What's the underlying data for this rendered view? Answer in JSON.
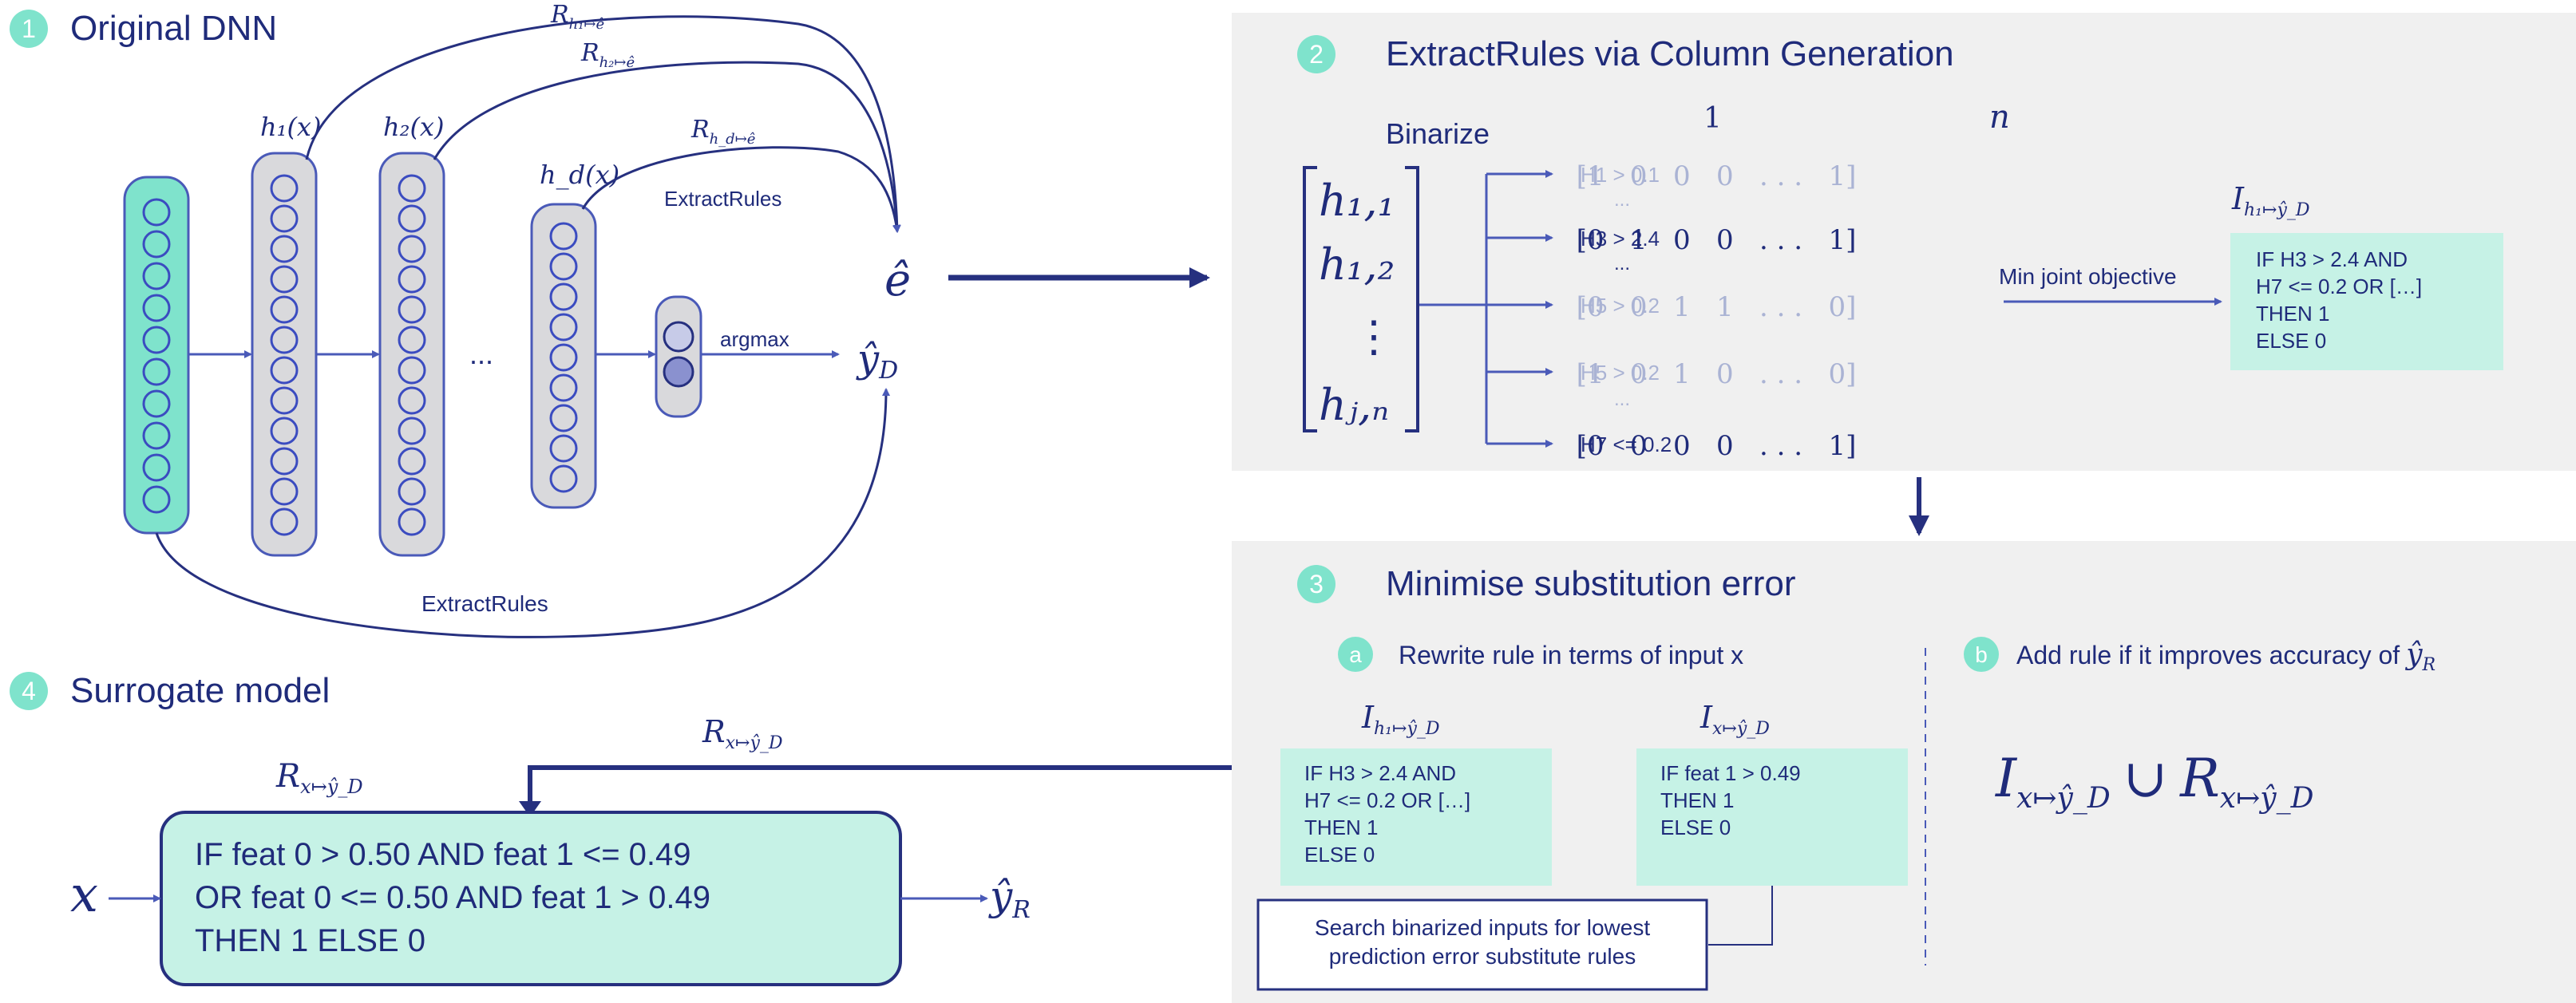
{
  "colors": {
    "navy": "#26307f",
    "teal": "#7fe3cc",
    "teal_light": "#c6f2e6",
    "panel": "#f0f0f0",
    "layer_gray": "#d9d9dc",
    "faded": "#aab3d4"
  },
  "section1": {
    "number": "1",
    "title": "Original DNN",
    "h1": "h₁(x)",
    "h2": "h₂(x)",
    "hd": "h_d(x)",
    "dots": "...",
    "argmax": "argmax",
    "extract_inner": "ExtractRules",
    "extract_bottom": "ExtractRules",
    "r1": "R",
    "r1_sub": "h₁↦ê",
    "r2": "R",
    "r2_sub": "h₂↦ê",
    "rd": "R",
    "rd_sub": "h_d↦ê",
    "e_hat": "ê",
    "y_hat": "ŷ",
    "y_sub": "D"
  },
  "section2": {
    "number": "2",
    "title": "ExtractRules via Column Generation",
    "binarize": "Binarize",
    "col_first": "1",
    "col_last": "n",
    "matrix": [
      "h₁,₁",
      "h₁,₂",
      "⋮",
      "hⱼ,ₙ"
    ],
    "rows": [
      {
        "label": "H1 > 0.1",
        "vec": "[1   0   0   0   . . .   1]",
        "faded": true
      },
      {
        "label": "H3 > 2.4",
        "vec": "[0   1   0   0   . . .   1]",
        "faded": false
      },
      {
        "label": "H5 > 0.2",
        "vec": "[0   0   1   1   . . .   0]",
        "faded": true
      },
      {
        "label": "H5 > 0.2",
        "vec": "[1   0   1   0   . . .   0]",
        "faded": true
      },
      {
        "label": "H7 <= 0.2",
        "vec": "[0   0   0   0   . . .   1]",
        "faded": false
      }
    ],
    "ellipsis": "...",
    "objective": "Min joint objective",
    "rule_title": "I",
    "rule_sub": "h₁↦ŷ_D",
    "rule_lines": [
      "IF H3 > 2.4 AND",
      "H7 <= 0.2 OR […]",
      "THEN 1",
      "ELSE 0"
    ]
  },
  "section3": {
    "number": "3",
    "title": "Minimise substitution error",
    "a_letter": "a",
    "a_text": "Rewrite rule in terms of input x",
    "b_letter": "b",
    "b_text": "Add rule if it improves accuracy of",
    "b_math": "ŷ",
    "b_math_sub": "R",
    "box1_title": "I",
    "box1_sub": "h₁↦ŷ_D",
    "box1_lines": [
      "IF H3 > 2.4 AND",
      "H7 <= 0.2 OR […]",
      "THEN 1",
      "ELSE 0"
    ],
    "box2_title": "I",
    "box2_sub": "x↦ŷ_D",
    "box2_lines": [
      "IF feat 1 > 0.49",
      "THEN 1",
      "ELSE 0"
    ],
    "search_lines": [
      "Search binarized inputs for lowest",
      "prediction error substitute rules"
    ],
    "union_i": "I",
    "union_i_sub": "x↦ŷ_D",
    "union_op": "∪",
    "union_r": "R",
    "union_r_sub": "x↦ŷ_D"
  },
  "section4": {
    "number": "4",
    "title": "Surrogate model",
    "feedback_r": "R",
    "feedback_sub": "x↦ŷ_D",
    "model_r": "R",
    "model_sub": "x↦ŷ_D",
    "input": "x",
    "rule_lines": [
      "IF feat 0 > 0.50 AND feat 1 <= 0.49",
      "OR feat 0 <= 0.50 AND feat 1 > 0.49",
      "THEN 1 ELSE 0"
    ],
    "output": "ŷ",
    "output_sub": "R"
  }
}
